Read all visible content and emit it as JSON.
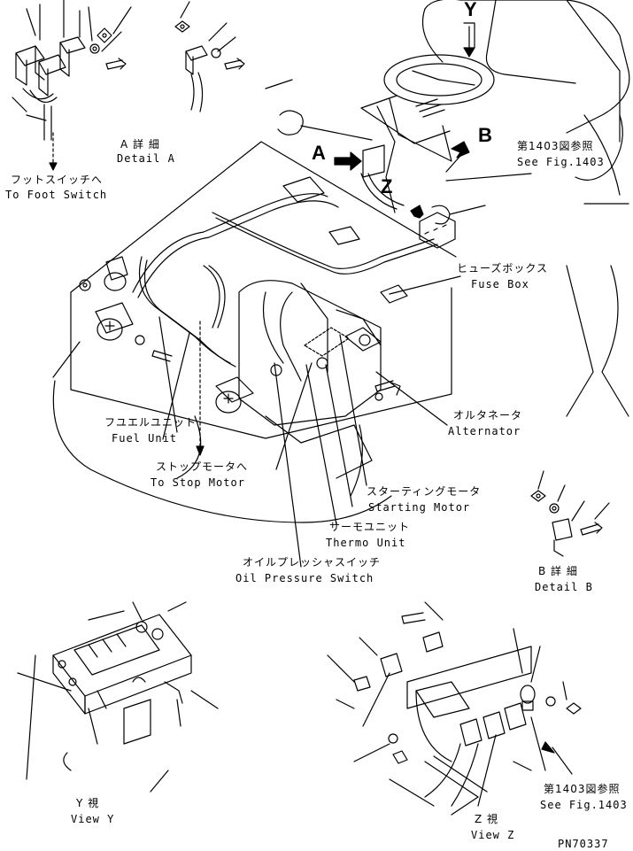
{
  "view_letters": {
    "a": "A",
    "b": "B",
    "y": "Y",
    "z": "Z"
  },
  "labels": {
    "detail_a_jp": "A 詳 細",
    "detail_a_en": "Detail A",
    "foot_switch_jp": "フットスイッチへ",
    "foot_switch_en": "To Foot Switch",
    "see_fig_top_jp": "第1403図参照",
    "see_fig_top_en": "See Fig.1403",
    "fuse_box_jp": "ヒューズボックス",
    "fuse_box_en": "Fuse Box",
    "fuel_unit_jp": "フユエルユニット",
    "fuel_unit_en": "Fuel Unit",
    "alternator_jp": "オルタネータ",
    "alternator_en": "Alternator",
    "stop_motor_jp": "ストップモータへ",
    "stop_motor_en": "To Stop Motor",
    "starting_motor_jp": "スターティングモータ",
    "starting_motor_en": "Starting Motor",
    "thermo_unit_jp": "サーモユニット",
    "thermo_unit_en": "Thermo Unit",
    "oil_pressure_jp": "オイルプレッシャスイッチ",
    "oil_pressure_en": "Oil Pressure Switch",
    "detail_b_jp": "B 詳 細",
    "detail_b_en": "Detail B",
    "view_y_jp": "Y 視",
    "view_y_en": "View Y",
    "view_z_jp": "Z 視",
    "view_z_en": "View Z",
    "see_fig_bottom_jp": "第1403図参照",
    "see_fig_bottom_en": "See Fig.1403",
    "part_number": "PN70337"
  }
}
